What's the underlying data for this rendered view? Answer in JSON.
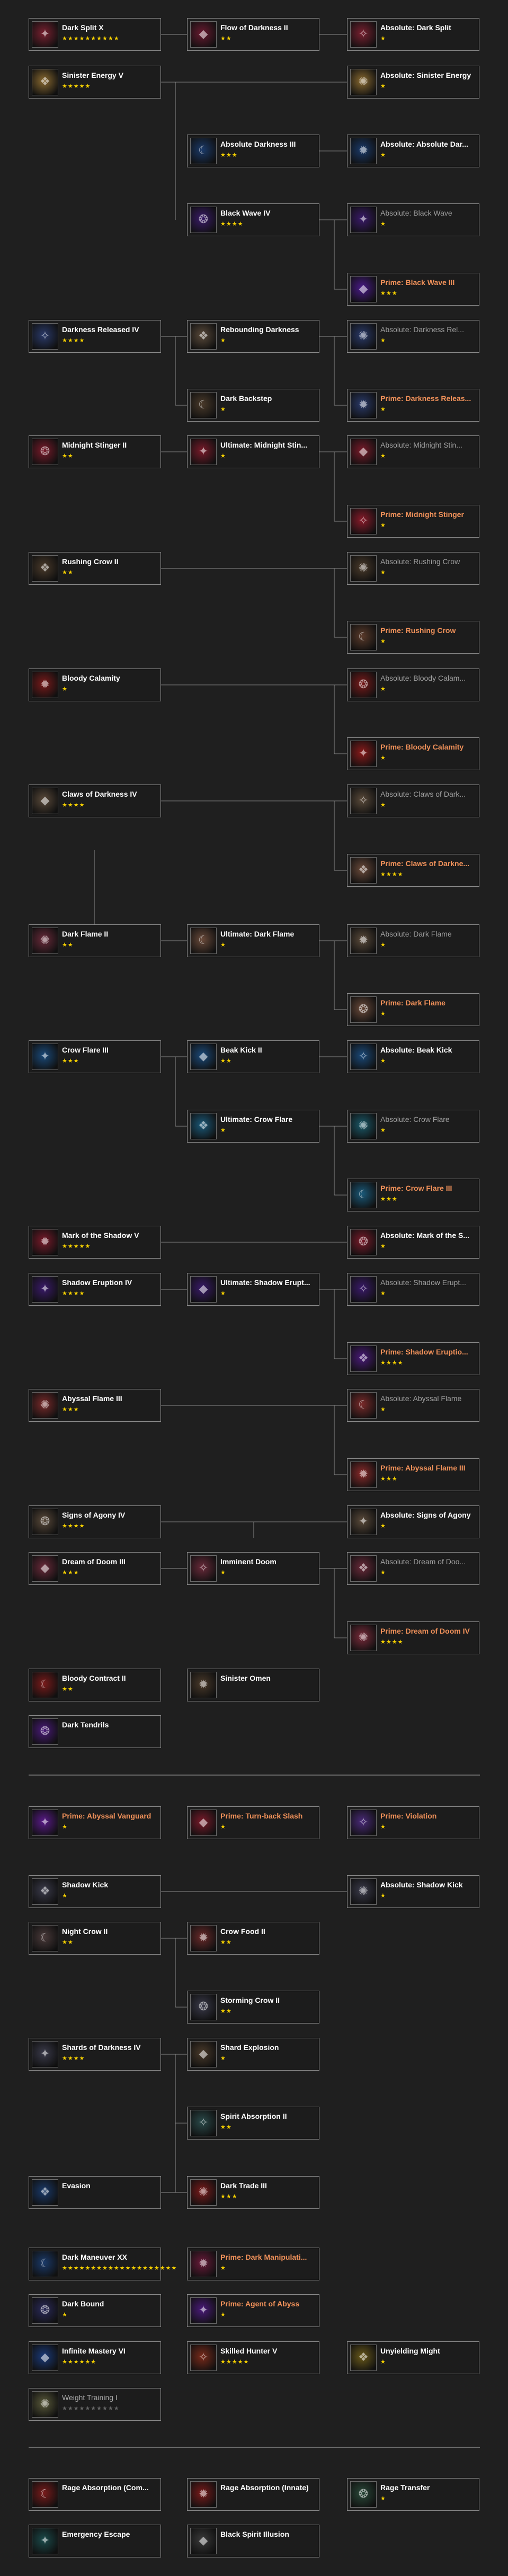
{
  "colors": {
    "background": "#1f1f1f",
    "node_border": "#8a8a8a",
    "star": "#f5d000",
    "prime_text": "#f0915a",
    "dim_text": "#a0a0a0",
    "connector": "#8a8a8a"
  },
  "nodes": [
    {
      "id": "dark-split",
      "name": "Dark Split X",
      "stars": "★★★★★★★★★★",
      "kind": "normal",
      "icon": "dark-split-icon",
      "hue": "#7a2030"
    },
    {
      "id": "flow-darkness",
      "name": "Flow of Darkness II",
      "stars": "★★",
      "kind": "normal",
      "icon": "flow-of-darkness-icon",
      "hue": "#6a1a30"
    },
    {
      "id": "abs-dark-split",
      "name": "Absolute: Dark Split",
      "stars": "★",
      "kind": "abs",
      "icon": "dark-split-icon",
      "hue": "#7a2030"
    },
    {
      "id": "sinister-energy",
      "name": "Sinister Energy V",
      "stars": "★★★★★",
      "kind": "normal",
      "icon": "sinister-energy-icon",
      "hue": "#8a6a30"
    },
    {
      "id": "abs-sinister",
      "name": "Absolute: Sinister Energy",
      "stars": "★",
      "kind": "abs",
      "icon": "sinister-energy-icon",
      "hue": "#8a6a30"
    },
    {
      "id": "abs-darkness-3",
      "name": "Absolute Darkness III",
      "stars": "★★★",
      "kind": "normal",
      "icon": "absolute-darkness-icon",
      "hue": "#1a3a6a"
    },
    {
      "id": "abs-abs-dar",
      "name": "Absolute: Absolute Dar...",
      "stars": "★",
      "kind": "abs",
      "icon": "absolute-darkness-icon",
      "hue": "#1a3a6a"
    },
    {
      "id": "black-wave",
      "name": "Black Wave IV",
      "stars": "★★★★",
      "kind": "normal",
      "icon": "black-wave-icon",
      "hue": "#3a1a6a"
    },
    {
      "id": "abs-black-wave",
      "name": "Absolute: Black Wave",
      "stars": "★",
      "kind": "abs-dim",
      "icon": "black-wave-icon",
      "hue": "#3a1a6a"
    },
    {
      "id": "prime-black-wave",
      "name": "Prime: Black Wave III",
      "stars": "★★★",
      "kind": "prime",
      "icon": "black-wave-icon",
      "hue": "#4a1a8a"
    },
    {
      "id": "darkness-released",
      "name": "Darkness Released IV",
      "stars": "★★★★",
      "kind": "normal",
      "icon": "darkness-released-icon",
      "hue": "#2a3a6a"
    },
    {
      "id": "rebounding",
      "name": "Rebounding Darkness",
      "stars": "★",
      "kind": "normal",
      "icon": "rebounding-darkness-icon",
      "hue": "#5a4a3a"
    },
    {
      "id": "abs-darkness-rel",
      "name": "Absolute: Darkness Rel...",
      "stars": "★",
      "kind": "abs-dim",
      "icon": "darkness-released-icon",
      "hue": "#2a3a6a"
    },
    {
      "id": "dark-backstep",
      "name": "Dark Backstep",
      "stars": "★",
      "kind": "normal",
      "icon": "dark-backstep-icon",
      "hue": "#4a3a2a"
    },
    {
      "id": "prime-darkness-rel",
      "name": "Prime: Darkness Releas...",
      "stars": "★",
      "kind": "prime",
      "icon": "darkness-released-icon",
      "hue": "#2a3a6a"
    },
    {
      "id": "midnight-stinger",
      "name": "Midnight Stinger II",
      "stars": "★★",
      "kind": "normal",
      "icon": "midnight-stinger-icon",
      "hue": "#7a1a2a"
    },
    {
      "id": "ult-midnight",
      "name": "Ultimate: Midnight Stin...",
      "stars": "★",
      "kind": "normal",
      "icon": "midnight-stinger-icon",
      "hue": "#7a1a2a"
    },
    {
      "id": "abs-midnight",
      "name": "Absolute: Midnight Stin...",
      "stars": "★",
      "kind": "abs-dim",
      "icon": "midnight-stinger-icon",
      "hue": "#7a1a2a"
    },
    {
      "id": "prime-midnight",
      "name": "Prime: Midnight Stinger",
      "stars": "★",
      "kind": "prime",
      "icon": "midnight-stinger-icon",
      "hue": "#8a1a2a"
    },
    {
      "id": "rushing-crow",
      "name": "Rushing Crow II",
      "stars": "★★",
      "kind": "normal",
      "icon": "rushing-crow-icon",
      "hue": "#4a3a2a"
    },
    {
      "id": "abs-rushing",
      "name": "Absolute: Rushing Crow",
      "stars": "★",
      "kind": "abs-dim",
      "icon": "rushing-crow-icon",
      "hue": "#4a3a2a"
    },
    {
      "id": "prime-rushing",
      "name": "Prime: Rushing Crow",
      "stars": "★",
      "kind": "prime",
      "icon": "rushing-crow-icon",
      "hue": "#5a3a2a"
    },
    {
      "id": "bloody-calamity",
      "name": "Bloody Calamity",
      "stars": "★",
      "kind": "normal",
      "icon": "bloody-calamity-icon",
      "hue": "#7a1a1a"
    },
    {
      "id": "abs-bloody-cal",
      "name": "Absolute: Bloody Calam...",
      "stars": "★",
      "kind": "abs-dim",
      "icon": "bloody-calamity-icon",
      "hue": "#7a1a1a"
    },
    {
      "id": "prime-bloody-cal",
      "name": "Prime: Bloody Calamity",
      "stars": "★",
      "kind": "prime",
      "icon": "bloody-calamity-icon",
      "hue": "#8a1a1a"
    },
    {
      "id": "claws-darkness",
      "name": "Claws of Darkness IV",
      "stars": "★★★★",
      "kind": "normal",
      "icon": "claws-of-darkness-icon",
      "hue": "#5a4a3a"
    },
    {
      "id": "abs-claws",
      "name": "Absolute: Claws of Dark...",
      "stars": "★",
      "kind": "abs-dim",
      "icon": "claws-of-darkness-icon",
      "hue": "#5a4a3a"
    },
    {
      "id": "prime-claws",
      "name": "Prime: Claws of Darkne...",
      "stars": "★★★★",
      "kind": "prime",
      "icon": "claws-of-darkness-icon",
      "hue": "#6a4a3a"
    },
    {
      "id": "dark-flame",
      "name": "Dark Flame II",
      "stars": "★★",
      "kind": "normal",
      "icon": "dark-flame-icon",
      "hue": "#6a2a3a"
    },
    {
      "id": "ult-dark-flame",
      "name": "Ultimate: Dark Flame",
      "stars": "★",
      "kind": "normal",
      "icon": "dark-flame-icon",
      "hue": "#6a4a3a"
    },
    {
      "id": "abs-dark-flame",
      "name": "Absolute: Dark Flame",
      "stars": "★",
      "kind": "abs-dim",
      "icon": "dark-flame-icon",
      "hue": "#5a4a3a"
    },
    {
      "id": "prime-dark-flame",
      "name": "Prime: Dark Flame",
      "stars": "★",
      "kind": "prime",
      "icon": "dark-flame-icon",
      "hue": "#6a4a3a"
    },
    {
      "id": "crow-flare",
      "name": "Crow Flare III",
      "stars": "★★★",
      "kind": "normal",
      "icon": "crow-flare-icon",
      "hue": "#1a4a7a"
    },
    {
      "id": "beak-kick",
      "name": "Beak Kick II",
      "stars": "★★",
      "kind": "normal",
      "icon": "beak-kick-icon",
      "hue": "#1a4a7a"
    },
    {
      "id": "abs-beak-kick",
      "name": "Absolute: Beak Kick",
      "stars": "★",
      "kind": "abs",
      "icon": "beak-kick-icon",
      "hue": "#1a4a7a"
    },
    {
      "id": "ult-crow-flare",
      "name": "Ultimate: Crow Flare",
      "stars": "★",
      "kind": "normal",
      "icon": "crow-flare-icon",
      "hue": "#1a5a7a"
    },
    {
      "id": "abs-crow-flare",
      "name": "Absolute: Crow Flare",
      "stars": "★",
      "kind": "abs-dim",
      "icon": "crow-flare-icon",
      "hue": "#1a5a6a"
    },
    {
      "id": "prime-crow-flare",
      "name": "Prime: Crow Flare III",
      "stars": "★★★",
      "kind": "prime",
      "icon": "crow-flare-icon",
      "hue": "#1a5a7a"
    },
    {
      "id": "mark-shadow",
      "name": "Mark of the Shadow V",
      "stars": "★★★★★",
      "kind": "normal",
      "icon": "mark-of-the-shadow-icon",
      "hue": "#7a1a2a"
    },
    {
      "id": "abs-mark",
      "name": "Absolute: Mark of the S...",
      "stars": "★",
      "kind": "abs",
      "icon": "mark-of-the-shadow-icon",
      "hue": "#7a1a2a"
    },
    {
      "id": "shadow-eruption",
      "name": "Shadow Eruption IV",
      "stars": "★★★★",
      "kind": "normal",
      "icon": "shadow-eruption-icon",
      "hue": "#3a1a6a"
    },
    {
      "id": "ult-shadow-erupt",
      "name": "Ultimate: Shadow Erupt...",
      "stars": "★",
      "kind": "normal",
      "icon": "shadow-eruption-icon",
      "hue": "#3a1a6a"
    },
    {
      "id": "abs-shadow-erupt",
      "name": "Absolute: Shadow Erupt...",
      "stars": "★",
      "kind": "abs-dim",
      "icon": "shadow-eruption-icon",
      "hue": "#3a1a6a"
    },
    {
      "id": "prime-shadow-erupt",
      "name": "Prime: Shadow Eruptio...",
      "stars": "★★★★",
      "kind": "prime",
      "icon": "shadow-eruption-icon",
      "hue": "#4a1a7a"
    },
    {
      "id": "abyssal-flame",
      "name": "Abyssal Flame III",
      "stars": "★★★",
      "kind": "normal",
      "icon": "abyssal-flame-icon",
      "hue": "#7a2a2a"
    },
    {
      "id": "abs-abyssal-flame",
      "name": "Absolute: Abyssal Flame",
      "stars": "★",
      "kind": "abs-dim",
      "icon": "abyssal-flame-icon",
      "hue": "#7a2a2a"
    },
    {
      "id": "prime-abyssal-flame",
      "name": "Prime: Abyssal Flame III",
      "stars": "★★★",
      "kind": "prime",
      "icon": "abyssal-flame-icon",
      "hue": "#8a2a2a"
    },
    {
      "id": "signs-agony",
      "name": "Signs of Agony IV",
      "stars": "★★★★",
      "kind": "normal",
      "icon": "signs-of-agony-icon",
      "hue": "#5a4a3a"
    },
    {
      "id": "abs-signs",
      "name": "Absolute: Signs of Agony",
      "stars": "★",
      "kind": "abs",
      "icon": "signs-of-agony-icon",
      "hue": "#5a4a3a"
    },
    {
      "id": "dream-doom",
      "name": "Dream of Doom III",
      "stars": "★★★",
      "kind": "normal",
      "icon": "dream-of-doom-icon",
      "hue": "#6a2a3a"
    },
    {
      "id": "imminent-doom",
      "name": "Imminent Doom",
      "stars": "★",
      "kind": "normal",
      "icon": "imminent-doom-icon",
      "hue": "#6a2a3a"
    },
    {
      "id": "abs-dream-doom",
      "name": "Absolute: Dream of Doo...",
      "stars": "★",
      "kind": "abs-dim",
      "icon": "dream-of-doom-icon",
      "hue": "#6a2a3a"
    },
    {
      "id": "prime-dream-doom",
      "name": "Prime: Dream of Doom IV",
      "stars": "★★★★",
      "kind": "prime",
      "icon": "dream-of-doom-icon",
      "hue": "#7a2a3a"
    },
    {
      "id": "bloody-contract",
      "name": "Bloody Contract II",
      "stars": "★★",
      "kind": "normal",
      "icon": "bloody-contract-icon",
      "hue": "#7a1a1a"
    },
    {
      "id": "sinister-omen",
      "name": "Sinister Omen",
      "stars": "",
      "kind": "normal",
      "icon": "sinister-omen-icon",
      "hue": "#4a3a2a"
    },
    {
      "id": "dark-tendrils",
      "name": "Dark Tendrils",
      "stars": "",
      "kind": "normal",
      "icon": "dark-tendrils-icon",
      "hue": "#4a1a7a"
    },
    {
      "id": "prime-abyssal-vanguard",
      "name": "Prime: Abyssal Vanguard",
      "stars": "★",
      "kind": "prime",
      "icon": "abyssal-vanguard-icon",
      "hue": "#5a1a8a"
    },
    {
      "id": "prime-turn-back",
      "name": "Prime: Turn-back Slash",
      "stars": "★",
      "kind": "prime",
      "icon": "turn-back-slash-icon",
      "hue": "#7a1a2a"
    },
    {
      "id": "prime-violation",
      "name": "Prime: Violation",
      "stars": "★",
      "kind": "prime",
      "icon": "violation-icon",
      "hue": "#4a2a7a"
    },
    {
      "id": "shadow-kick",
      "name": "Shadow Kick",
      "stars": "★",
      "kind": "normal",
      "icon": "shadow-kick-icon",
      "hue": "#3a3a4a"
    },
    {
      "id": "abs-shadow-kick",
      "name": "Absolute: Shadow Kick",
      "stars": "★",
      "kind": "abs",
      "icon": "shadow-kick-icon",
      "hue": "#3a3a4a"
    },
    {
      "id": "night-crow",
      "name": "Night Crow II",
      "stars": "★★",
      "kind": "normal",
      "icon": "night-crow-icon",
      "hue": "#4a3a3a"
    },
    {
      "id": "crow-food",
      "name": "Crow Food II",
      "stars": "★★",
      "kind": "normal",
      "icon": "crow-food-icon",
      "hue": "#6a2a2a"
    },
    {
      "id": "storming-crow",
      "name": "Storming Crow II",
      "stars": "★★",
      "kind": "normal",
      "icon": "storming-crow-icon",
      "hue": "#3a3a4a"
    },
    {
      "id": "shards-darkness",
      "name": "Shards of Darkness IV",
      "stars": "★★★★",
      "kind": "normal",
      "icon": "shards-of-darkness-icon",
      "hue": "#3a3a4a"
    },
    {
      "id": "shard-explosion",
      "name": "Shard Explosion",
      "stars": "★",
      "kind": "normal",
      "icon": "shard-explosion-icon",
      "hue": "#4a3a2a"
    },
    {
      "id": "spirit-absorption",
      "name": "Spirit Absorption II",
      "stars": "★★",
      "kind": "normal",
      "icon": "spirit-absorption-icon",
      "hue": "#2a4a4a"
    },
    {
      "id": "evasion",
      "name": "Evasion",
      "stars": "",
      "kind": "normal",
      "icon": "evasion-icon",
      "hue": "#1a3a6a"
    },
    {
      "id": "dark-trade",
      "name": "Dark Trade III",
      "stars": "★★★",
      "kind": "normal",
      "icon": "dark-trade-icon",
      "hue": "#7a1a1a"
    },
    {
      "id": "dark-maneuver",
      "name": "Dark Maneuver XX",
      "stars": "★★★★★★★★★★★★★★★★★★★★",
      "kind": "normal",
      "icon": "dark-maneuver-icon",
      "hue": "#1a3a6a"
    },
    {
      "id": "prime-dark-manip",
      "name": "Prime: Dark Manipulati...",
      "stars": "★",
      "kind": "prime",
      "icon": "dark-manipulation-icon",
      "hue": "#6a1a3a"
    },
    {
      "id": "dark-bound",
      "name": "Dark Bound",
      "stars": "★",
      "kind": "normal",
      "icon": "dark-bound-icon",
      "hue": "#2a2a5a"
    },
    {
      "id": "prime-agent-abyss",
      "name": "Prime: Agent of Abyss",
      "stars": "★",
      "kind": "prime",
      "icon": "agent-of-abyss-icon",
      "hue": "#4a1a7a"
    },
    {
      "id": "infinite-mastery",
      "name": "Infinite Mastery VI",
      "stars": "★★★★★★",
      "kind": "normal",
      "icon": "infinite-mastery-icon",
      "hue": "#1a3a7a"
    },
    {
      "id": "skilled-hunter",
      "name": "Skilled Hunter V",
      "stars": "★★★★★",
      "kind": "normal",
      "icon": "skilled-hunter-icon",
      "hue": "#7a2a1a"
    },
    {
      "id": "unyielding-might",
      "name": "Unyielding Might",
      "stars": "★",
      "kind": "normal",
      "icon": "unyielding-might-icon",
      "hue": "#6a5a1a"
    },
    {
      "id": "weight-training",
      "name": "Weight Training I",
      "stars": "★★★★★★★★★★",
      "kind": "grey",
      "icon": "weight-training-icon",
      "hue": "#5a5a3a"
    },
    {
      "id": "rage-absorption-com",
      "name": "Rage Absorption (Com...",
      "stars": "",
      "kind": "normal",
      "icon": "rage-absorption-icon",
      "hue": "#7a1a1a"
    },
    {
      "id": "rage-absorption-innate",
      "name": "Rage Absorption (Innate)",
      "stars": "",
      "kind": "normal",
      "icon": "rage-absorption-icon",
      "hue": "#7a1a1a"
    },
    {
      "id": "rage-transfer",
      "name": "Rage Transfer",
      "stars": "★",
      "kind": "normal",
      "icon": "rage-transfer-icon",
      "hue": "#2a4a3a"
    },
    {
      "id": "emergency-escape",
      "name": "Emergency Escape",
      "stars": "",
      "kind": "normal",
      "icon": "emergency-escape-icon",
      "hue": "#1a4a4a"
    },
    {
      "id": "black-spirit-illusion",
      "name": "Black Spirit Illusion",
      "stars": "",
      "kind": "normal",
      "icon": "black-spirit-illusion-icon",
      "hue": "#3a3a3a"
    }
  ]
}
